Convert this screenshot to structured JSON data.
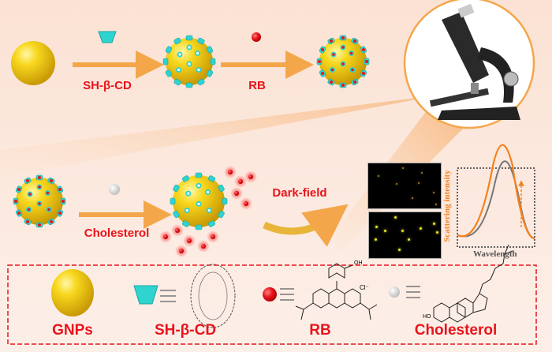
{
  "top_row": {
    "step1_label": "SH-β-CD",
    "step2_label": "RB"
  },
  "middle_row": {
    "step_label": "Cholesterol",
    "detection_label": "Dark-field"
  },
  "spectrum_panel": {
    "ylabel": "Scattering intensity",
    "xlabel": "Wavelength"
  },
  "legend": {
    "items": [
      {
        "label": "GNPs"
      },
      {
        "label": "SH-β-CD"
      },
      {
        "label": "RB",
        "counter_ion": "Cl⁻",
        "group": "OH"
      },
      {
        "label": "Cholesterol",
        "group": "HO"
      }
    ]
  },
  "colors": {
    "gold": "#f5cf1a",
    "cyclodextrin": "#2fd3cf",
    "dye": "#e8141c",
    "arrow": "#f4a64a",
    "background": "#fbe8dc",
    "label": "#e8141c",
    "spectrum_after": "#f5821f",
    "spectrum_before": "#808080"
  }
}
